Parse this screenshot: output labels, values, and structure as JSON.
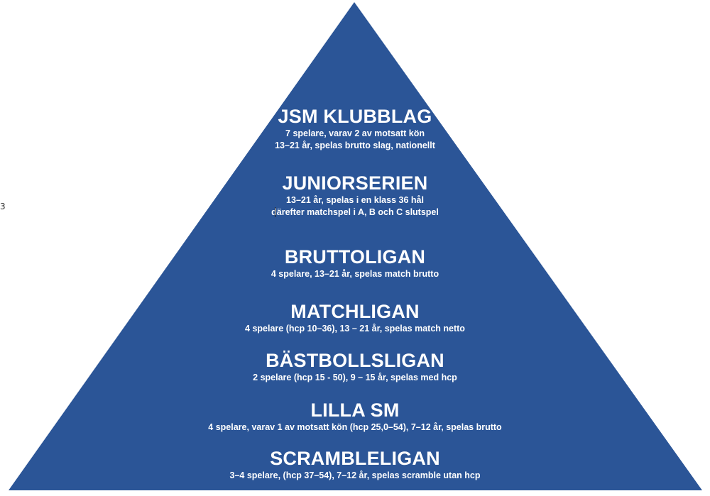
{
  "diagram": {
    "type": "pyramid",
    "fill_color": "#2B5597",
    "text_color": "#FFFFFF",
    "tiers": [
      {
        "title": "JSM KLUBBLAG",
        "lines": [
          "7 spelare, varav 2 av motsatt kön",
          "13–21 år, spelas brutto slag, nationellt"
        ]
      },
      {
        "title": "JUNIORSERIEN",
        "lines": [
          "13–21 år, spelas i en klass 36 hål",
          "därefter matchspel i A, B och C slutspel"
        ]
      },
      {
        "title": "BRUTTOLIGAN",
        "lines": [
          "4 spelare, 13–21 år, spelas match brutto"
        ]
      },
      {
        "title": "MATCHLIGAN",
        "lines": [
          "4 spelare (hcp 10–36), 13 – 21 år, spelas match netto"
        ]
      },
      {
        "title": "BÄSTBOLLSLIGAN",
        "lines": [
          "2 spelare (hcp 15 - 50), 9 – 15 år, spelas med hcp"
        ]
      },
      {
        "title": "LILLA SM",
        "lines": [
          "4 spelare, varav 1 av motsatt kön (hcp 25,0–54), 7–12 år, spelas brutto"
        ]
      },
      {
        "title": "SCRAMBLELIGAN",
        "lines": [
          "3–4 spelare, (hcp 37–54), 7–12 år, spelas scramble utan hcp"
        ]
      }
    ]
  },
  "margin_mark": "3"
}
